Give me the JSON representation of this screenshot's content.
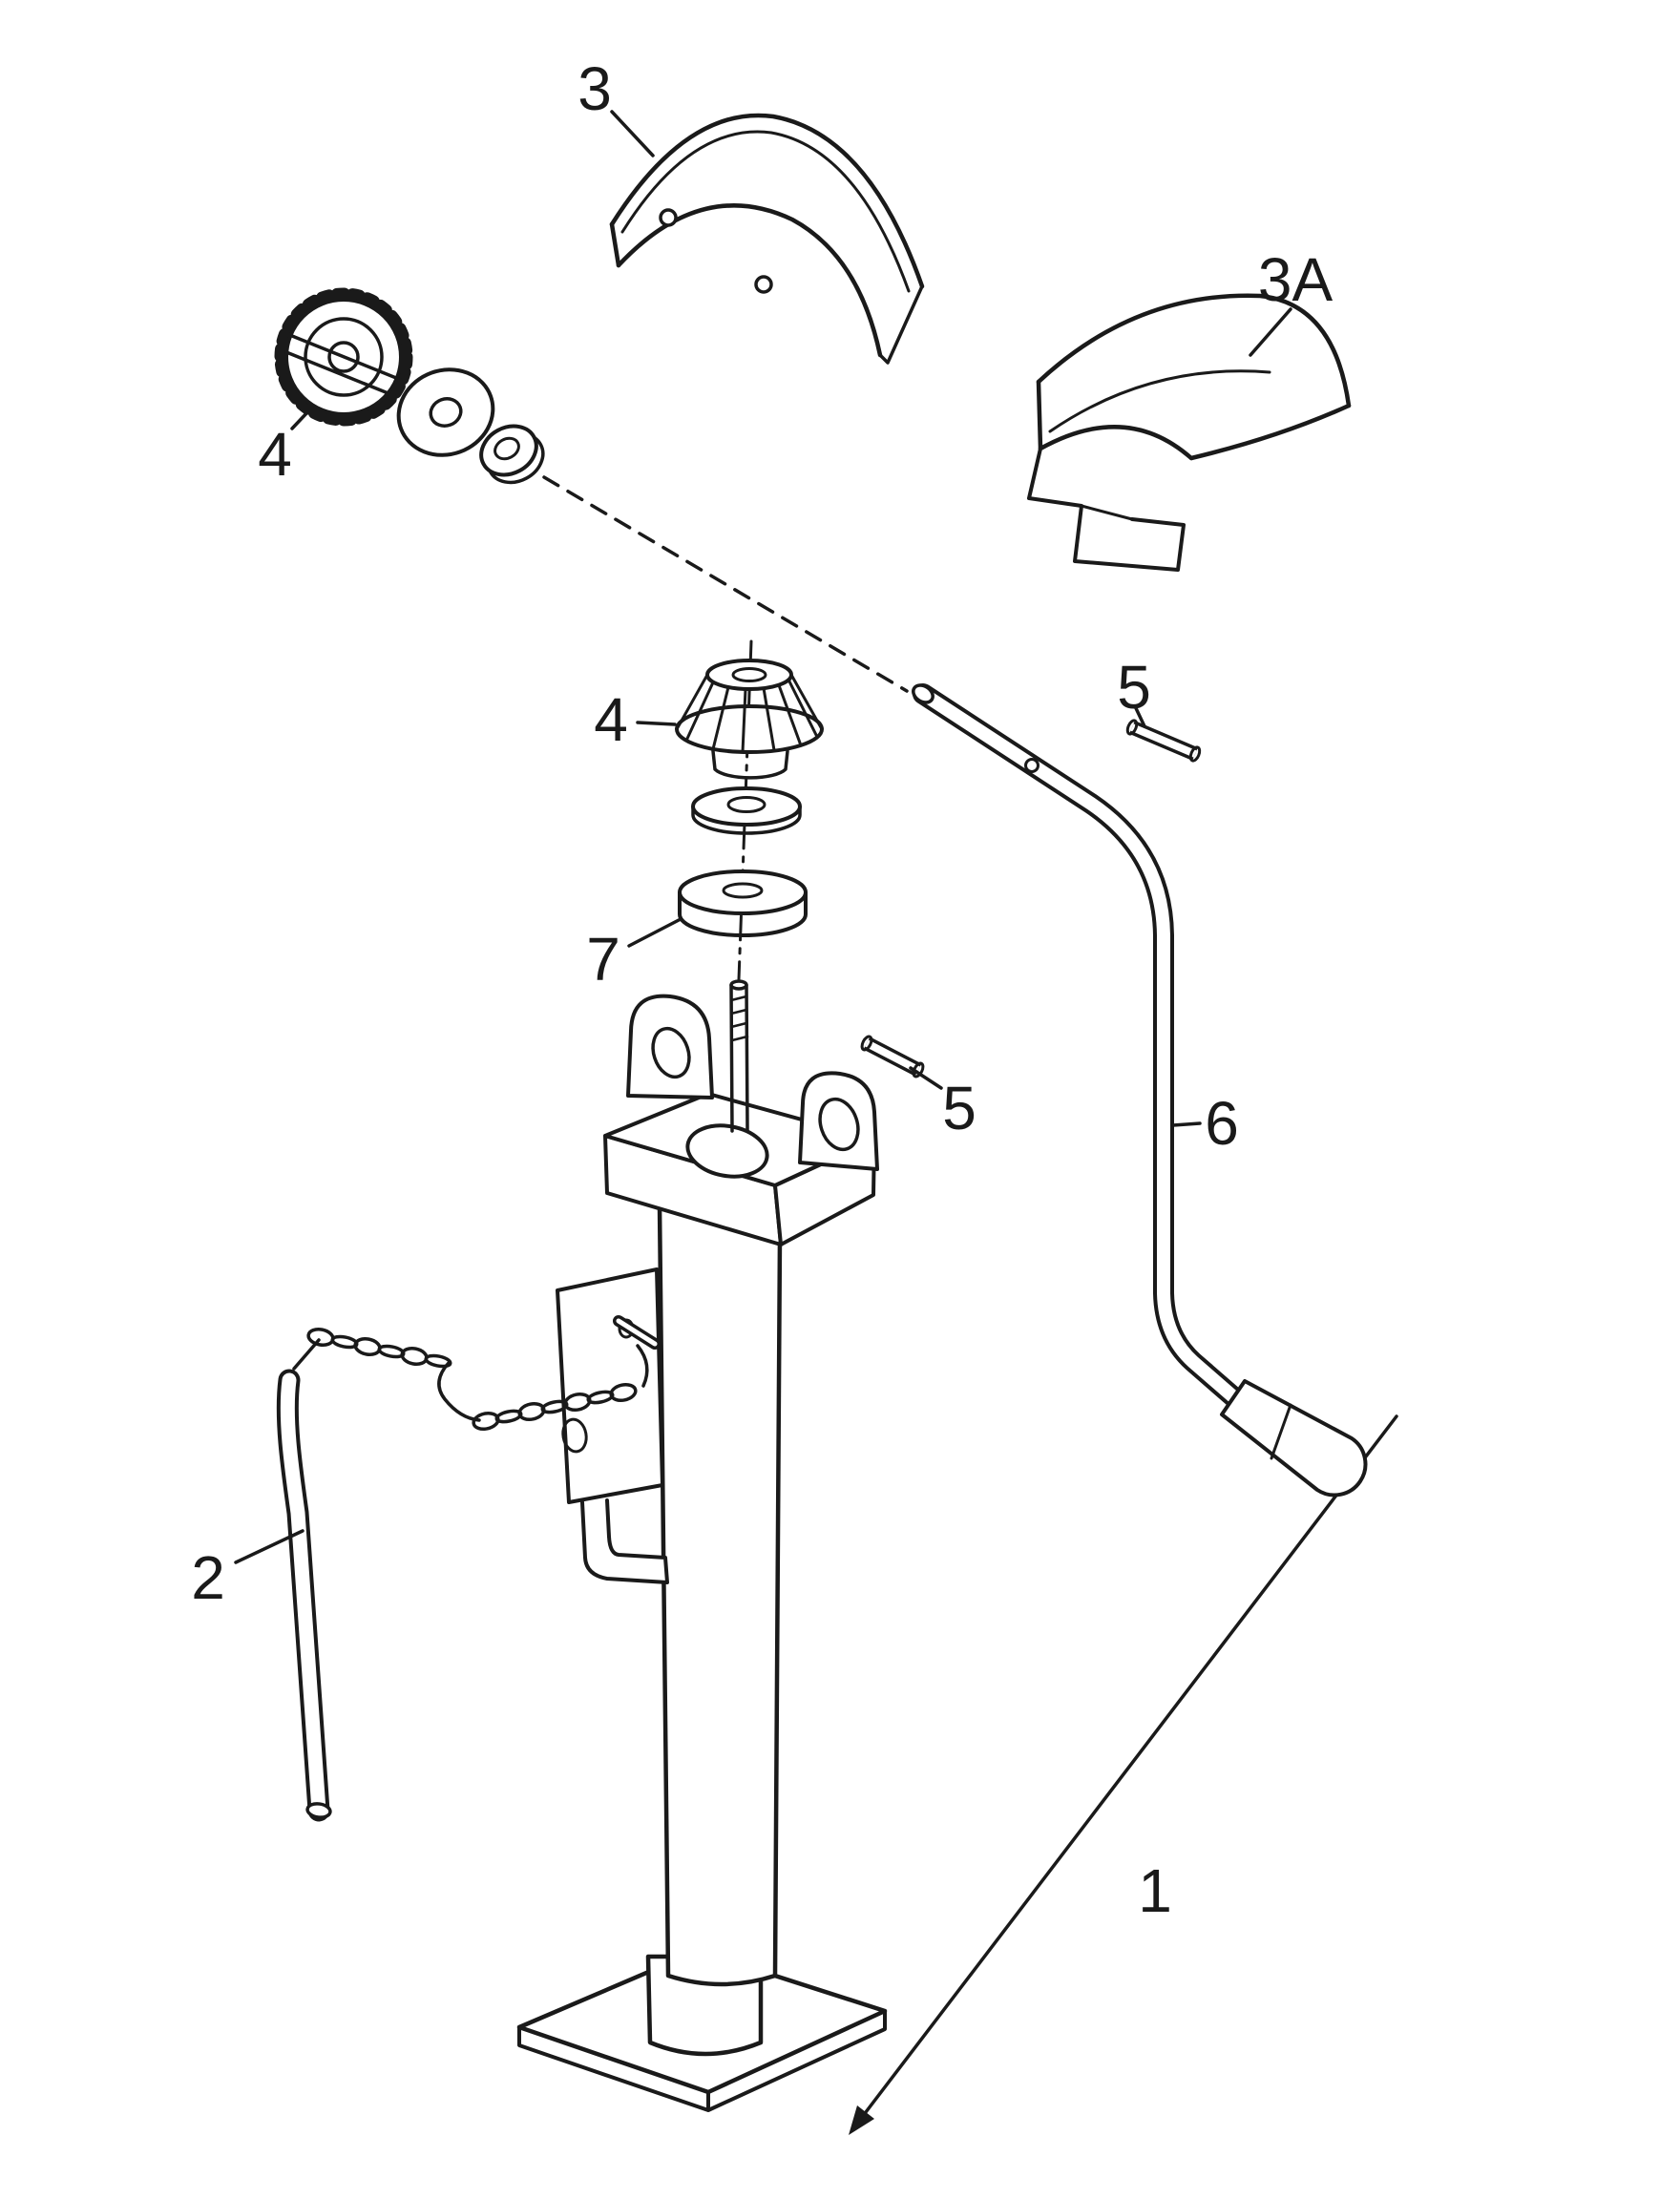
{
  "diagram": {
    "type": "exploded-parts-diagram",
    "subject": "trailer-jack-assembly",
    "background_color": "#ffffff",
    "line_color": "#1a1a1a",
    "callouts": {
      "c3": "3",
      "c3a": "3A",
      "c4_upper": "4",
      "c4_center": "4",
      "c5_upper": "5",
      "c5_lower": "5",
      "c6": "6",
      "c7": "7",
      "c2": "2",
      "c1": "1"
    }
  }
}
